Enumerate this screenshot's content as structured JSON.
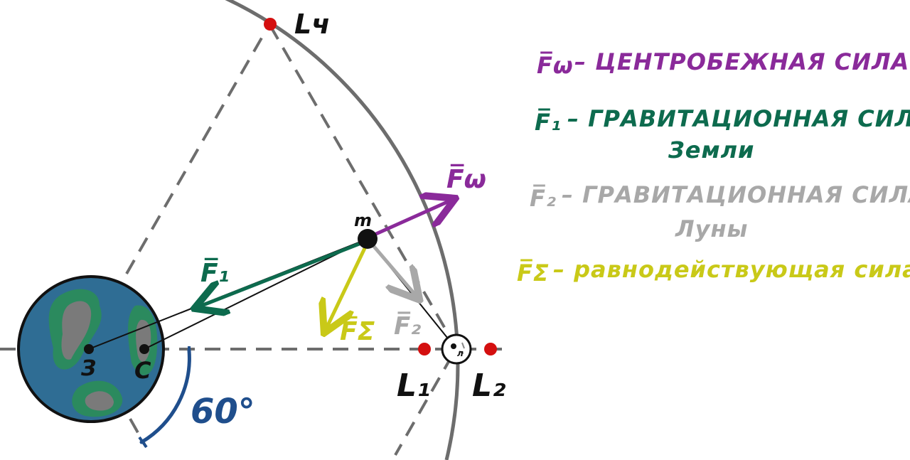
{
  "points": {
    "l4": "Lч",
    "l1": "L₁",
    "l2": "L₂",
    "mass": "m",
    "earth": "З",
    "center": "C",
    "moon": "л"
  },
  "angle": "60°",
  "vectors": {
    "f_omega": "F̅ω",
    "f_1": "F̅₁",
    "f_2": "F̅₂",
    "f_sigma": "F̅Σ"
  },
  "legend": [
    {
      "symbol": "F̅ω",
      "text": "– ЦЕНТРОБЕЖНАЯ СИЛА",
      "color": "#8a2a9a"
    },
    {
      "symbol": "F̅₁",
      "text": "– ГРАВИТАЦИОННАЯ СИЛА",
      "sub": "Земли",
      "color": "#0d6b4e"
    },
    {
      "symbol": "F̅₂",
      "text": "– ГРАВИТАЦИОННАЯ СИЛА",
      "sub": "Луны",
      "color": "#a8a8a8"
    },
    {
      "symbol": "F̅Σ",
      "text": "– равнодействующая сила",
      "color": "#c9c918"
    }
  ]
}
